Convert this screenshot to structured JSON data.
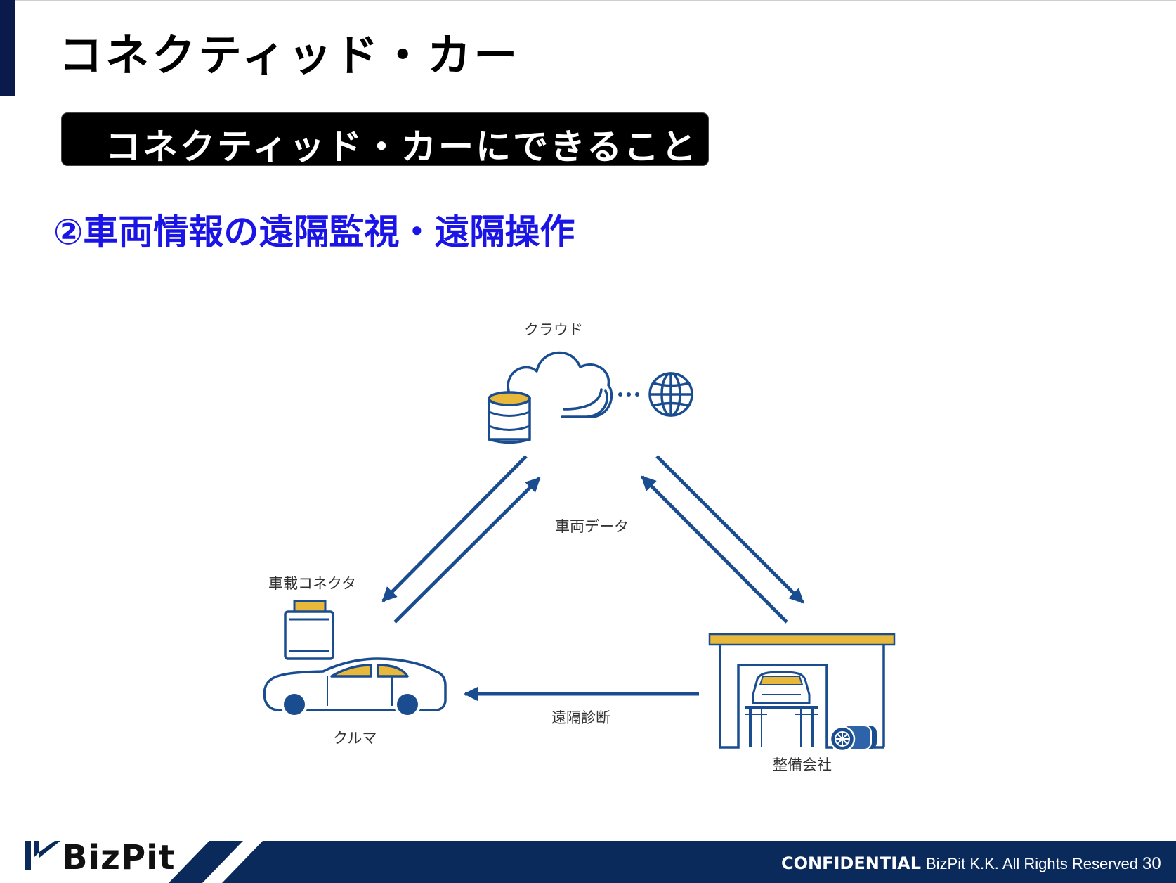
{
  "page": {
    "title": "コネクティッド・カー",
    "section_banner": "コネクティッド・カーにできること",
    "subheading": "②車両情報の遠隔監視・遠隔操作"
  },
  "diagram": {
    "cloud_label": "クラウド",
    "data_label": "車両データ",
    "connector_label": "車載コネクタ",
    "car_label": "クルマ",
    "remote_label": "遠隔診断",
    "garage_label": "整備会社"
  },
  "footer": {
    "logo_text": "BizPit",
    "confidential": "CONFIDENTIAL",
    "rights": "BizPit K.K. All Rights Reserved",
    "page_number": "30"
  },
  "colors": {
    "navy": "#1a4d8f",
    "gold": "#e8b83a",
    "footer": "#0b2a5c",
    "subheading": "#1a14e6"
  }
}
